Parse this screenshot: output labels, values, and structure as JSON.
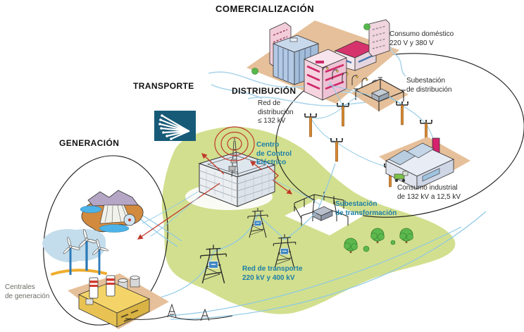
{
  "stage_titles": {
    "comercializacion": "COMERCIALIZACIÓN",
    "transporte": "TRANSPORTE",
    "distribucion": "DISTRIBUCIÓN",
    "generacion": "GENERACIÓN"
  },
  "annotations": {
    "consumo_domestico": "Consumo doméstico\n220 V y 380 V",
    "subestacion_distribucion": "Subestación\nde distribución",
    "red_distribucion": "Red de\ndistribución\n≤ 132 kV",
    "centro_control": "Centro\nde Control\nEléctrico",
    "subestacion_transformacion": "Subestación\nde transformación",
    "consumo_industrial": "Consumo industrial\nde 132 kV a 12,5 kV",
    "red_transporte": "Red de transporte\n220 kV y 400 kV",
    "centrales_generacion": "Centrales\nde generación"
  },
  "colors": {
    "label_teal": "#1d7ea8",
    "label_black": "#1a1a1a",
    "zone_green": "#d2df8e",
    "logo_teal": "#175a78",
    "signal_red": "#c0392b",
    "wire_blue": "#8ec9e6",
    "ground_tan": "#e6c09a"
  }
}
